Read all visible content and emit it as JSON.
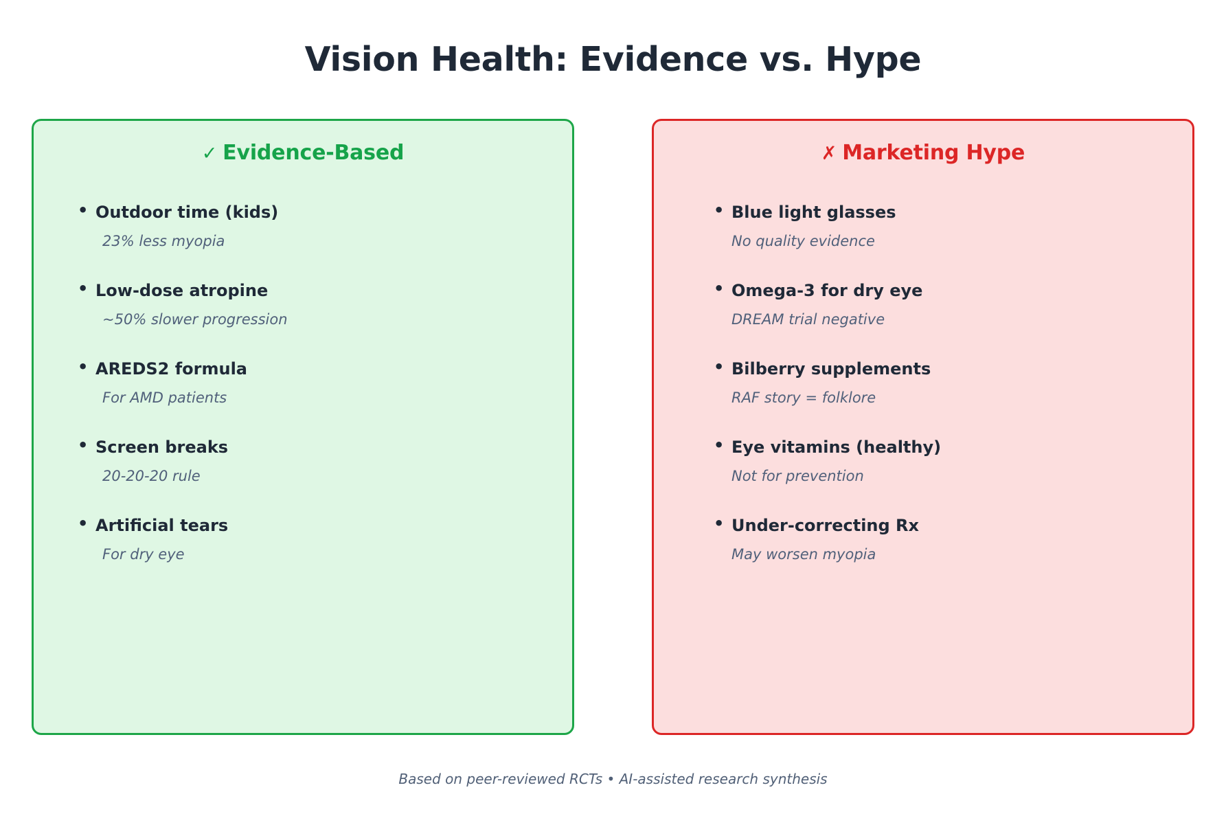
{
  "title": "Vision Health: Evidence vs. Hype",
  "colors": {
    "title_text": "#1f2937",
    "evidence_accent": "#16a34a",
    "evidence_border": "#1da648",
    "evidence_bg": "#dff7e4",
    "hype_accent": "#dc2626",
    "hype_border": "#dc2626",
    "hype_bg": "#fcdede",
    "item_title_text": "#1f2937",
    "item_detail_text": "#50607a",
    "footer_text": "#516077",
    "page_bg": "#ffffff"
  },
  "panels": {
    "evidence": {
      "icon": "✓",
      "icon_name": "check-icon",
      "heading": "Evidence-Based",
      "bullet": "•",
      "items": [
        {
          "title": "Outdoor time (kids)",
          "detail": "23% less myopia"
        },
        {
          "title": "Low-dose atropine",
          "detail": "~50% slower progression"
        },
        {
          "title": "AREDS2 formula",
          "detail": "For AMD patients"
        },
        {
          "title": "Screen breaks",
          "detail": "20-20-20 rule"
        },
        {
          "title": "Artificial tears",
          "detail": "For dry eye"
        }
      ]
    },
    "hype": {
      "icon": "✗",
      "icon_name": "cross-icon",
      "heading": "Marketing Hype",
      "bullet": "•",
      "items": [
        {
          "title": "Blue light glasses",
          "detail": "No quality evidence"
        },
        {
          "title": "Omega-3 for dry eye",
          "detail": "DREAM trial negative"
        },
        {
          "title": "Bilberry supplements",
          "detail": "RAF story = folklore"
        },
        {
          "title": "Eye vitamins (healthy)",
          "detail": "Not for prevention"
        },
        {
          "title": "Under-correcting Rx",
          "detail": "May worsen myopia"
        }
      ]
    }
  },
  "footer": "Based on peer-reviewed RCTs • AI-assisted research synthesis"
}
